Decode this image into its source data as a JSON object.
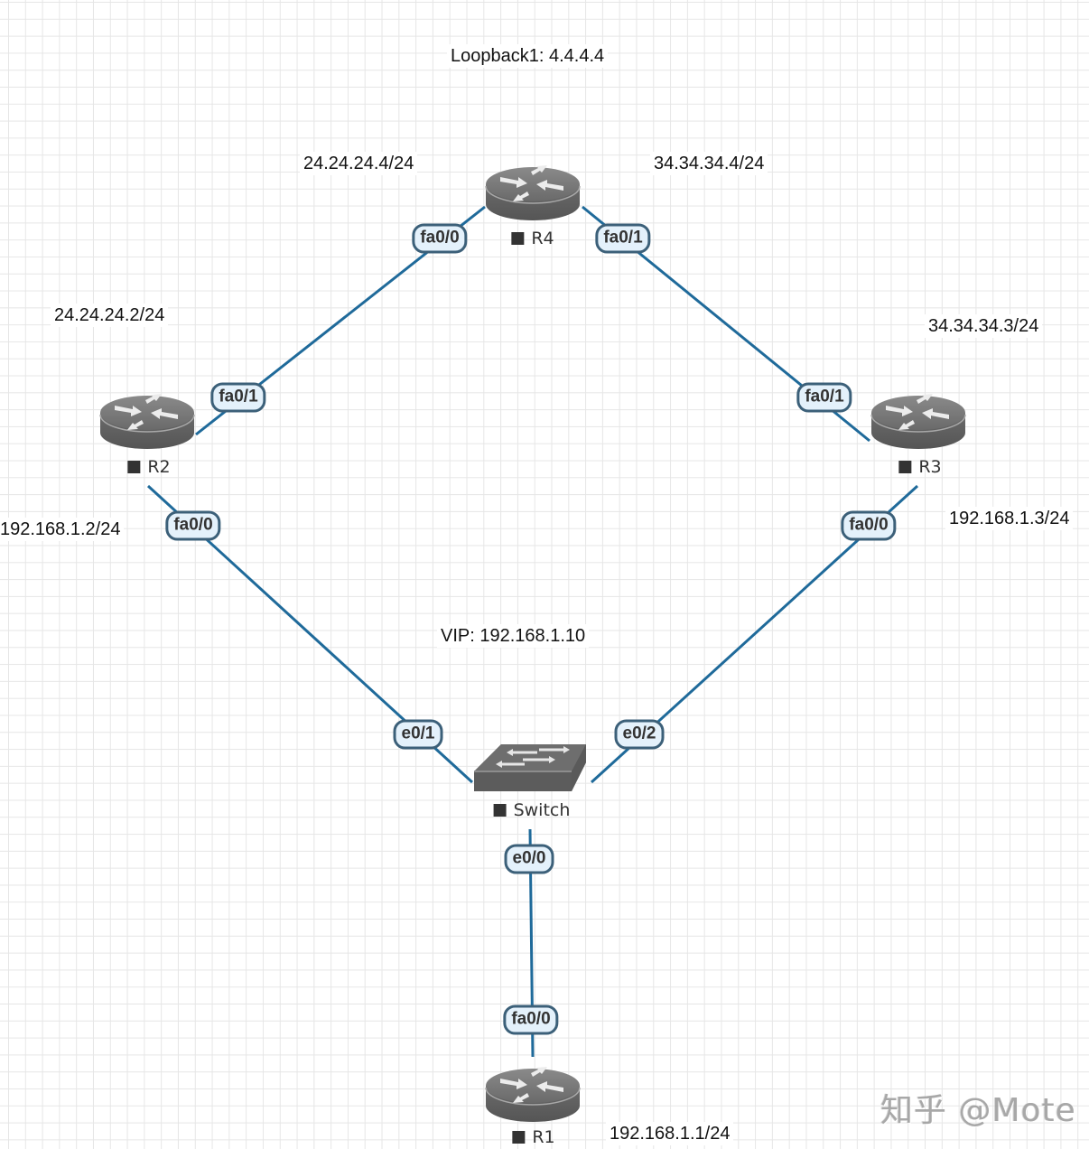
{
  "diagram": {
    "title_annotations": {
      "loopback": "Loopback1: 4.4.4.4",
      "vip": "VIP: 192.168.1.10"
    },
    "nodes": [
      {
        "id": "R4",
        "type": "router",
        "label": "R4"
      },
      {
        "id": "R2",
        "type": "router",
        "label": "R2"
      },
      {
        "id": "R3",
        "type": "router",
        "label": "R3"
      },
      {
        "id": "Switch",
        "type": "switch",
        "label": "Switch"
      },
      {
        "id": "R1",
        "type": "router",
        "label": "R1"
      }
    ],
    "links": [
      {
        "from": "R2",
        "from_port": "fa0/1",
        "to": "R4",
        "to_port": "fa0/0"
      },
      {
        "from": "R4",
        "from_port": "fa0/1",
        "to": "R3",
        "to_port": "fa0/1"
      },
      {
        "from": "R2",
        "from_port": "fa0/0",
        "to": "Switch",
        "to_port": "e0/1"
      },
      {
        "from": "R3",
        "from_port": "fa0/0",
        "to": "Switch",
        "to_port": "e0/2"
      },
      {
        "from": "Switch",
        "from_port": "e0/0",
        "to": "R1",
        "to_port": "fa0/0"
      }
    ],
    "ip_labels": {
      "r4_fa00": "24.24.24.4/24",
      "r4_fa01": "34.34.34.4/24",
      "r2_fa01": "24.24.24.2/24",
      "r3_fa01": "34.34.34.3/24",
      "r2_fa00": "192.168.1.2/24",
      "r3_fa00": "192.168.1.3/24",
      "r1_fa00": "192.168.1.1/24"
    },
    "ports": {
      "r4_fa00": "fa0/0",
      "r4_fa01": "fa0/1",
      "r2_fa01": "fa0/1",
      "r2_fa00": "fa0/0",
      "r3_fa01": "fa0/1",
      "r3_fa00": "fa0/0",
      "sw_e01": "e0/1",
      "sw_e02": "e0/2",
      "sw_e00": "e0/0",
      "r1_fa00": "fa0/0"
    },
    "colors": {
      "link": "#1f6a9a",
      "port_fill": "#e4f1fb",
      "port_border": "#3c6079",
      "device": "#5f5f5f"
    }
  },
  "watermark": "知乎 @Mote"
}
